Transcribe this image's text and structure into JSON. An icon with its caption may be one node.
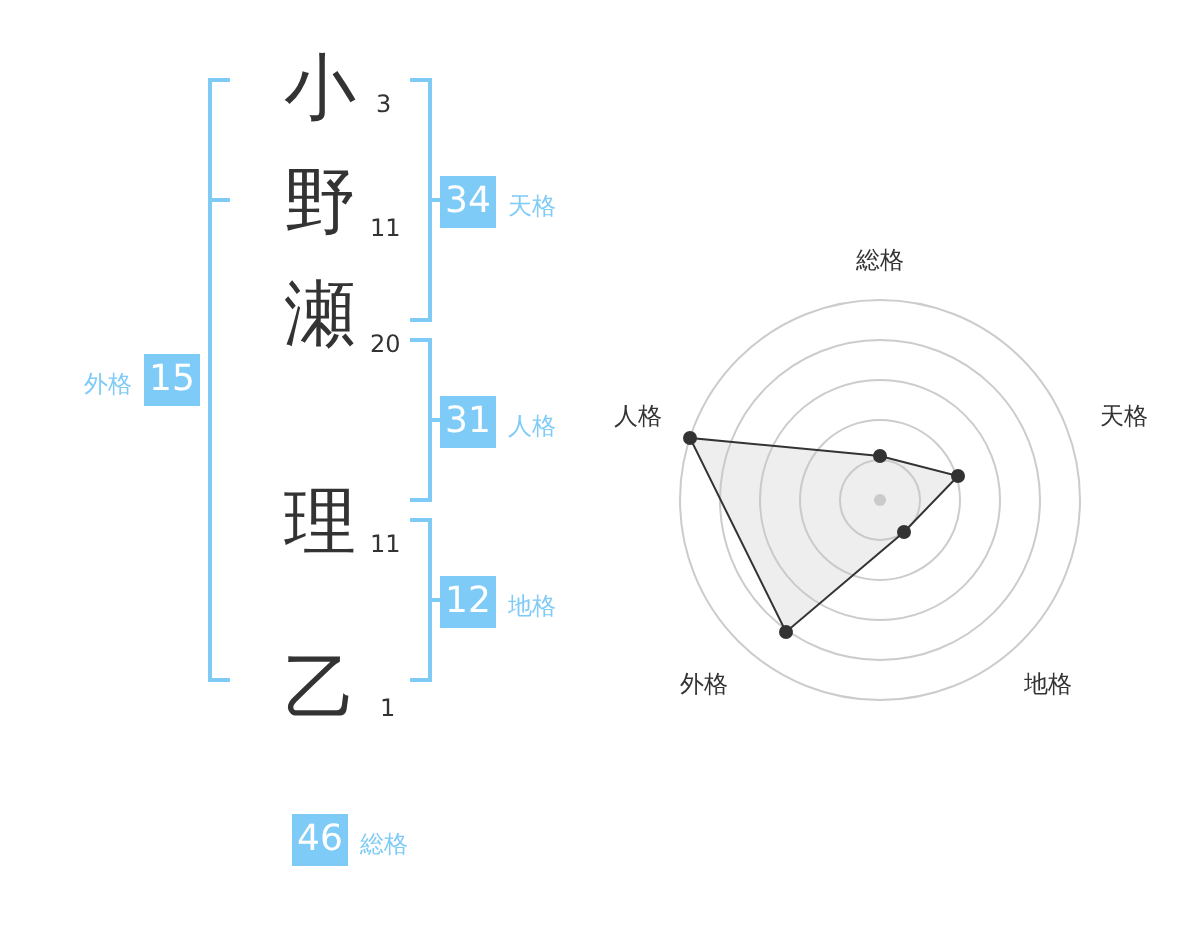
{
  "diagram": {
    "nodes": [
      {
        "text": [
          "34"
        ],
        "beside": [
          "天格"
        ]
      },
      {
        "text": [
          "15"
        ],
        "beside": [
          "外格"
        ]
      },
      {
        "text": [
          "31"
        ],
        "beside": [
          "人格"
        ]
      },
      {
        "text": [
          "12"
        ],
        "beside": [
          "地格"
        ]
      },
      {
        "text": [
          "46"
        ],
        "beside": [
          "総格"
        ]
      }
    ],
    "labels": [
      "小",
      "3",
      "野",
      "11",
      "瀬",
      "20",
      "理",
      "11",
      "乙",
      "1",
      "総格",
      "人格",
      "天格",
      "外格",
      "地格"
    ]
  }
}
